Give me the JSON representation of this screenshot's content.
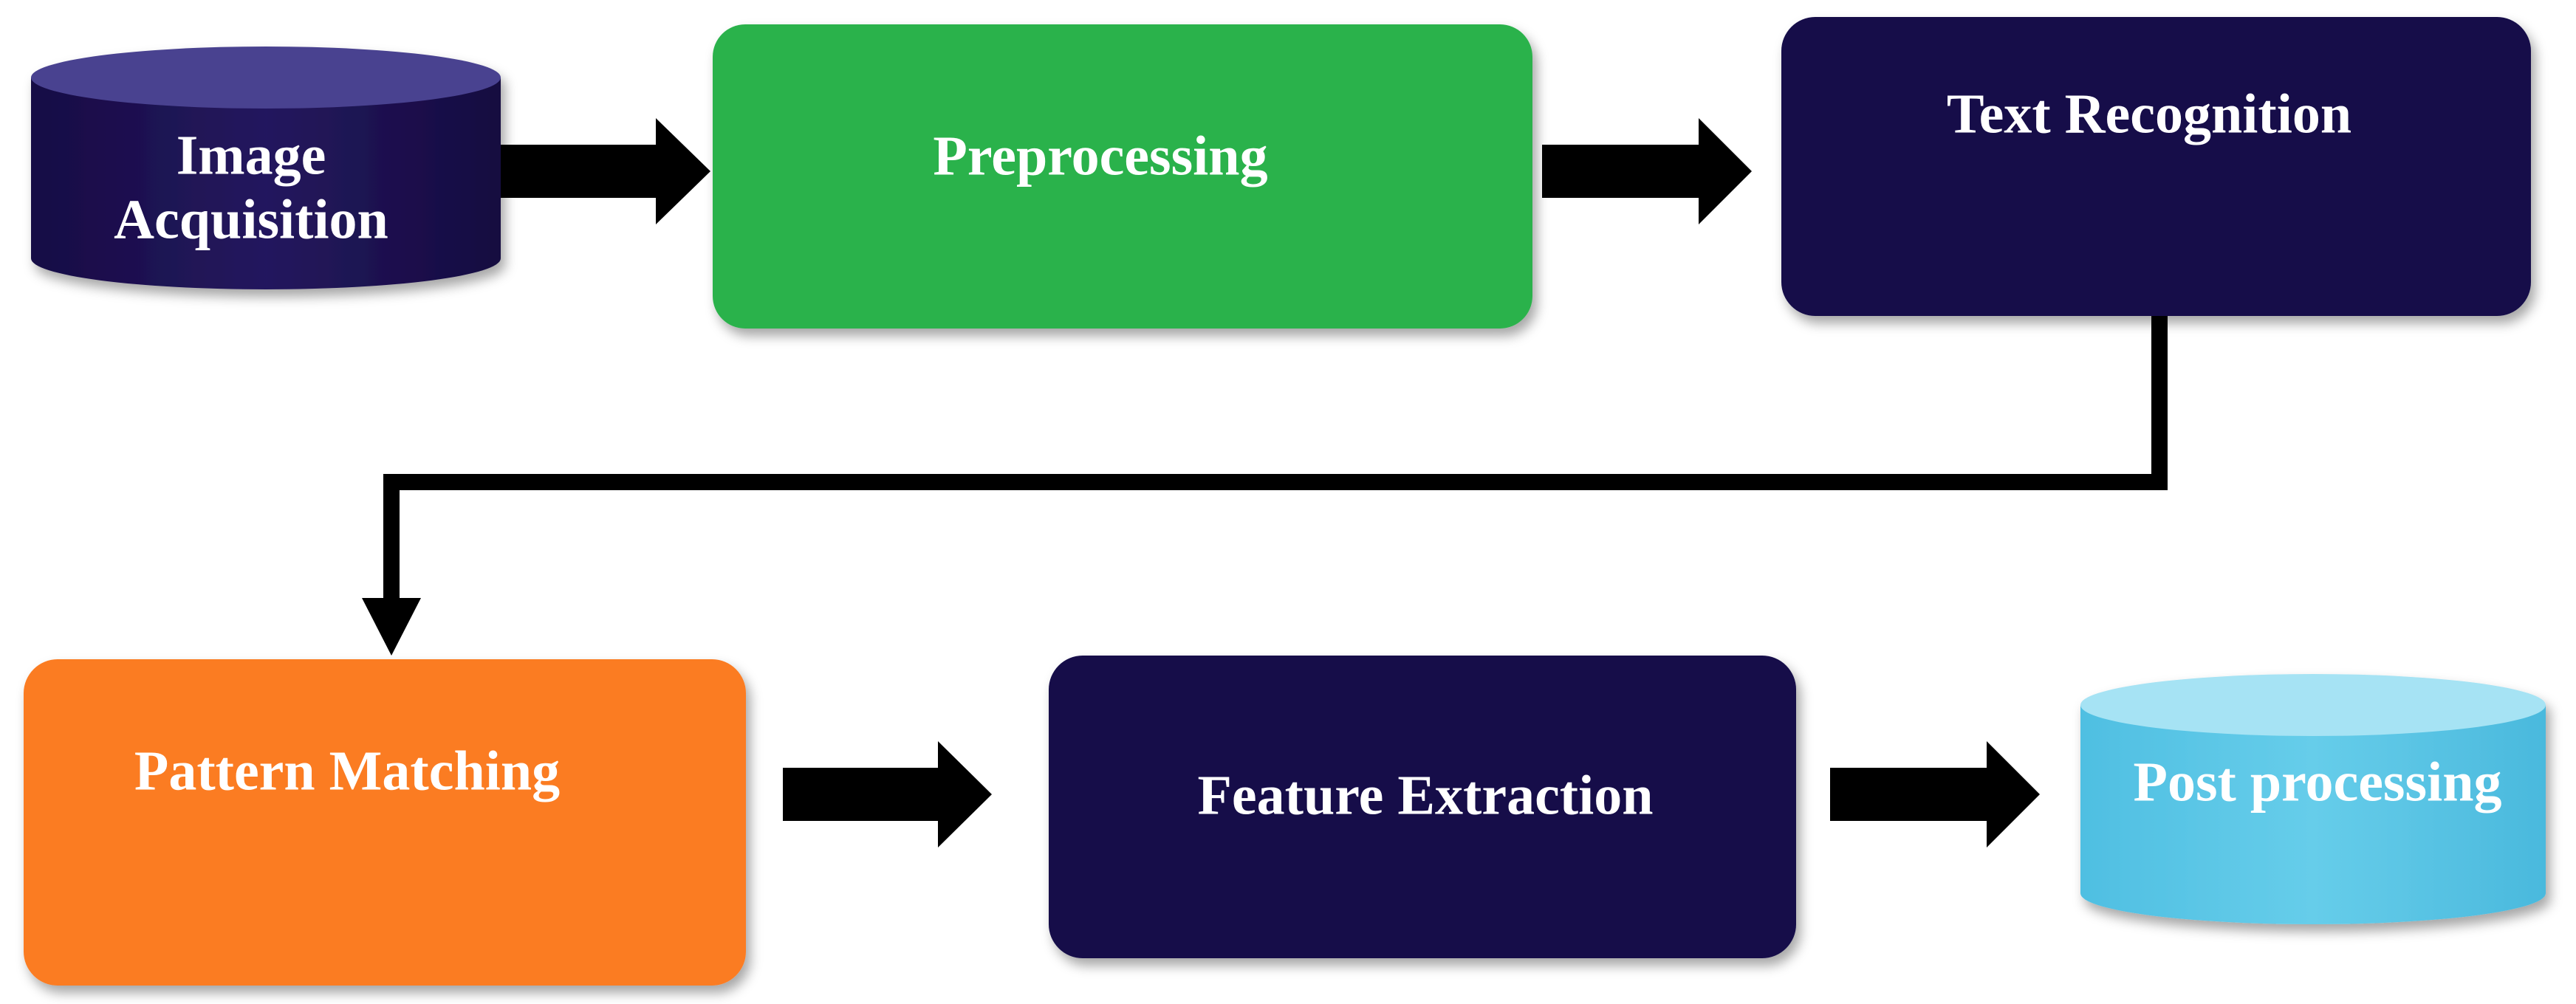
{
  "diagram": {
    "nodes": [
      {
        "id": "image_acquisition",
        "lines": [
          "Image",
          "Acquisition"
        ],
        "shape": "cylinder",
        "fill": "#1b0f4e"
      },
      {
        "id": "preprocessing",
        "lines": [
          "Preprocessing"
        ],
        "shape": "rounded-rect",
        "fill": "#2cb24c"
      },
      {
        "id": "text_recognition",
        "lines": [
          "Text Recognition"
        ],
        "shape": "rounded-rect",
        "fill": "#120a48"
      },
      {
        "id": "pattern_matching",
        "lines": [
          "Pattern Matching"
        ],
        "shape": "rounded-rect",
        "fill": "#fb7c22"
      },
      {
        "id": "feature_extraction",
        "lines": [
          "Feature Extraction"
        ],
        "shape": "rounded-rect",
        "fill": "#120a48"
      },
      {
        "id": "post_processing",
        "lines": [
          "Post processing"
        ],
        "shape": "cylinder",
        "fill": "#59c6e6"
      }
    ],
    "edges": [
      {
        "from": "image_acquisition",
        "to": "preprocessing"
      },
      {
        "from": "preprocessing",
        "to": "text_recognition"
      },
      {
        "from": "text_recognition",
        "to": "pattern_matching"
      },
      {
        "from": "pattern_matching",
        "to": "feature_extraction"
      },
      {
        "from": "feature_extraction",
        "to": "post_processing"
      }
    ],
    "colors": {
      "arrow": "#000000",
      "label_text": "#ffffff",
      "background": "#ffffff"
    }
  }
}
